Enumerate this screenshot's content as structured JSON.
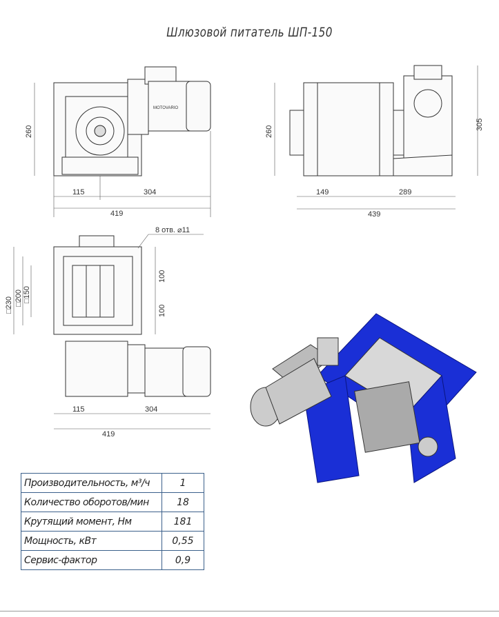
{
  "title": "Шлюзовой питатель ШП-150",
  "front_view": {
    "height": "260",
    "left": "115",
    "right": "304",
    "total": "419",
    "motor_label": "MOTOVARIO"
  },
  "side_view": {
    "height": "260",
    "height_total": "305",
    "left": "149",
    "right": "289",
    "total": "439"
  },
  "plan_view": {
    "holes": "8 отв. ⌀11",
    "sq_outer": "□230",
    "sq_mid": "□200",
    "sq_inner": "□150",
    "half1": "100",
    "half2": "100",
    "left": "115",
    "right": "304",
    "total": "419"
  },
  "colors": {
    "housing": "#1a2fd6",
    "table_border": "#3a5f8a"
  },
  "specs": [
    {
      "label": "Производительность, м³/ч",
      "value": "1"
    },
    {
      "label": "Количество оборотов/мин",
      "value": "18"
    },
    {
      "label": "Крутящий момент, Нм",
      "value": "181"
    },
    {
      "label": "Мощность, кВт",
      "value": "0,55"
    },
    {
      "label": "Сервис-фактор",
      "value": "0,9"
    }
  ]
}
